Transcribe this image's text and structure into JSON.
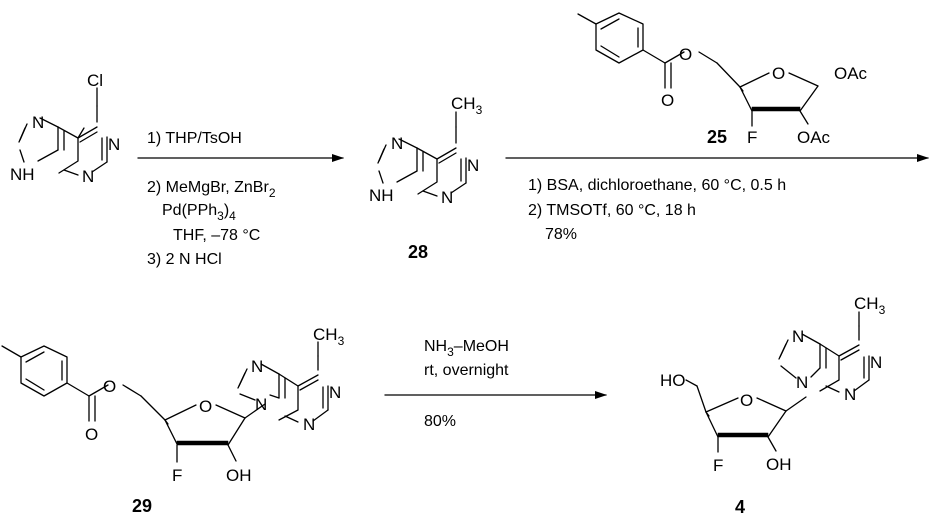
{
  "compounds": {
    "chloropurine": {
      "atoms": {
        "cl": "Cl",
        "n_top_left": "N",
        "n_right": "N",
        "nh": "NH",
        "n_bottom": "N"
      }
    },
    "c28": {
      "label": "28",
      "atoms": {
        "ch3": "CH",
        "ch3_sub": "3",
        "n_top_left": "N",
        "n_right": "N",
        "nh": "NH",
        "n_bottom": "N"
      }
    },
    "c25": {
      "label": "25",
      "atoms": {
        "o_ester": "O",
        "o_carbonyl": "O",
        "o_ring": "O",
        "oac_anomeric": "OAc",
        "f": "F",
        "oac_2": "OAc"
      }
    },
    "c29": {
      "label": "29",
      "atoms": {
        "ch3": "CH",
        "ch3_sub": "3",
        "n7": "N",
        "n1": "N",
        "n9": "N",
        "n3": "N",
        "o_ester": "O",
        "o_carbonyl": "O",
        "o_ring": "O",
        "f": "F",
        "oh": "OH"
      }
    },
    "c4": {
      "label": "4",
      "atoms": {
        "ch3": "CH",
        "ch3_sub": "3",
        "n7": "N",
        "n1": "N",
        "n9": "N",
        "n3": "N",
        "ho": "HO",
        "o_ring": "O",
        "f": "F",
        "oh": "OH"
      }
    }
  },
  "step1": {
    "line1": "1) THP/TsOH",
    "line2a": "2) MeMgBr, ZnBr",
    "line2a_sub": "2",
    "line2b": "Pd(PPh",
    "line2b_sub": "3",
    "line2b_end": ")",
    "line2b_sub2": "4",
    "line2c": "THF, –78 °C",
    "line3": "3) 2 N HCl"
  },
  "step2": {
    "line1": "1) BSA, dichloroethane, 60 °C, 0.5 h",
    "line2": "2) TMSOTf, 60 °C, 18 h",
    "yield": "78%"
  },
  "step3": {
    "line1a": "NH",
    "line1a_sub": "3",
    "line1b": "–MeOH",
    "line2": "rt, overnight",
    "yield": "80%"
  }
}
